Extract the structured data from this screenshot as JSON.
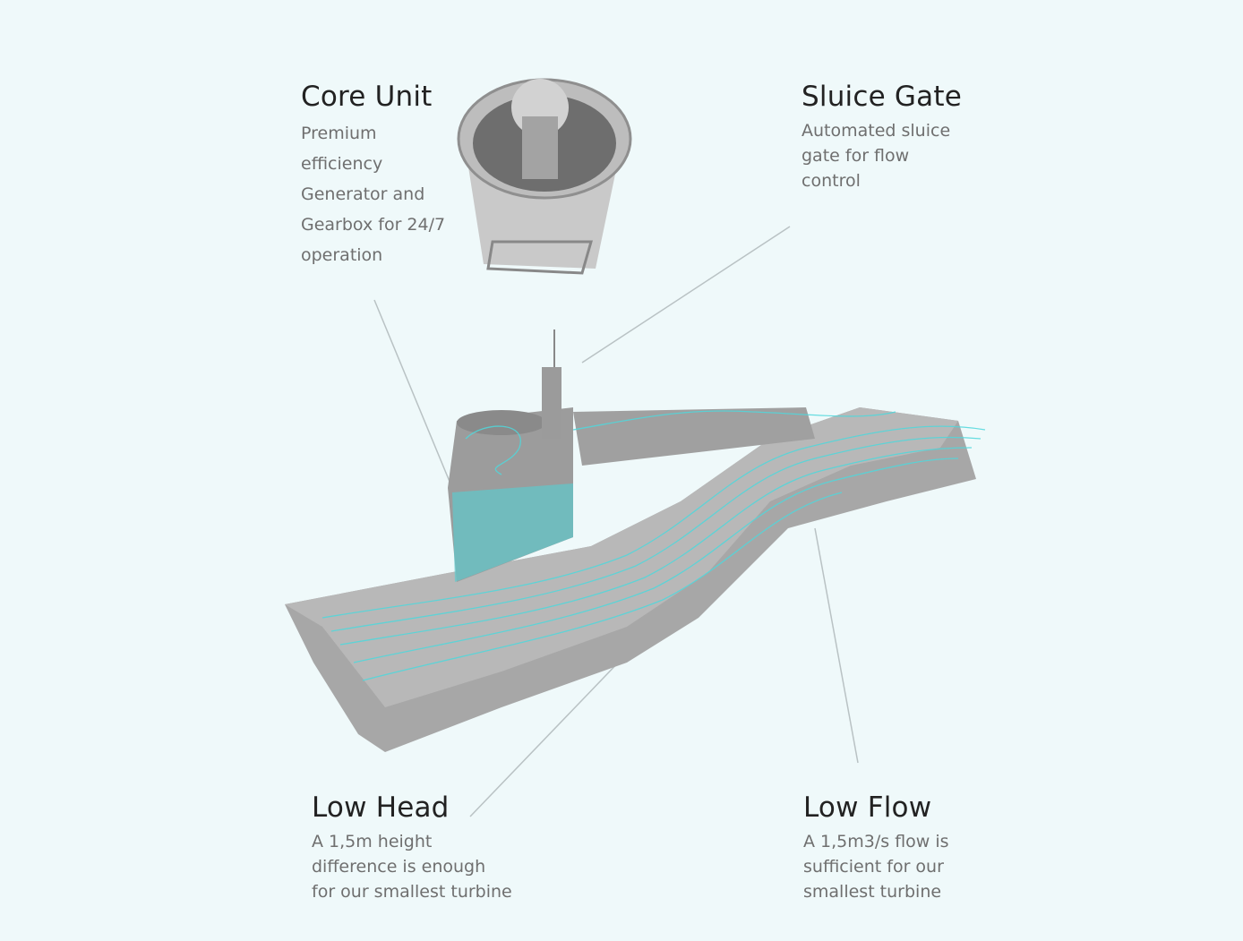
{
  "features": {
    "core_unit": {
      "title": "Core Unit",
      "lines": [
        "Premium",
        "efficiency",
        "Generator and",
        "Gearbox for 24/7",
        "operation"
      ]
    },
    "sluice_gate": {
      "title": "Sluice Gate",
      "lines": [
        "Automated sluice",
        "gate for flow",
        "control"
      ]
    },
    "low_head": {
      "title": "Low Head",
      "lines": [
        "A 1,5m height",
        "difference is enough",
        "for our smallest turbine"
      ]
    },
    "low_flow": {
      "title": "Low Flow",
      "lines": [
        "A 1,5m3/s flow is",
        "sufficient for our",
        "smallest turbine"
      ]
    }
  },
  "colors": {
    "background": "#eff9fa",
    "water": "#4fd8dc",
    "concrete": "#a9a9a9"
  }
}
